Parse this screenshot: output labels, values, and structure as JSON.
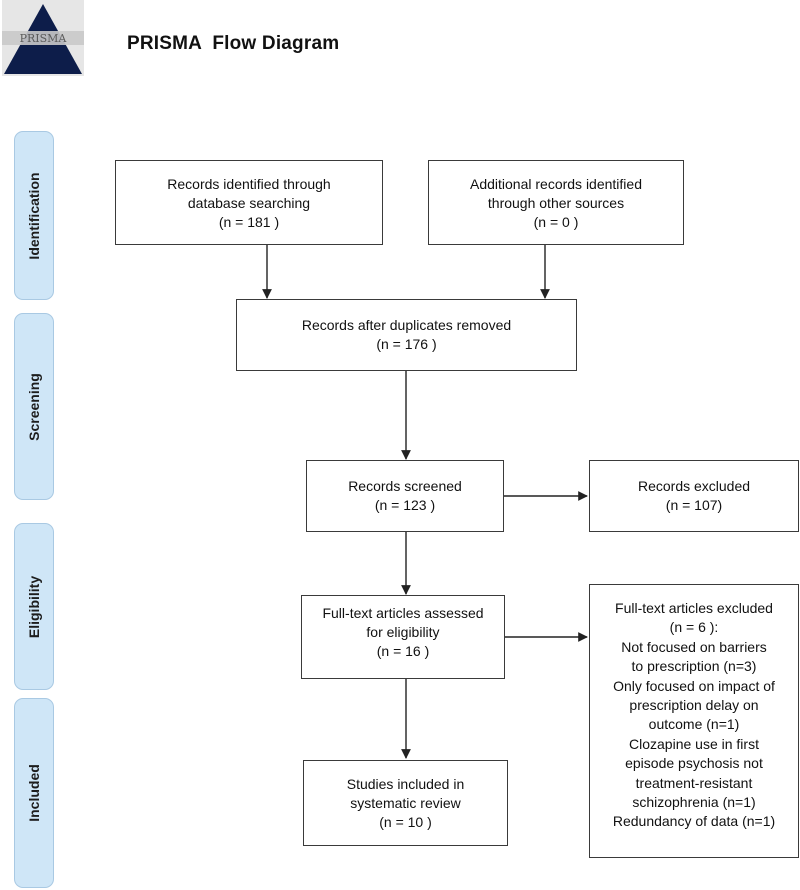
{
  "header": {
    "title": "PRISMA  Flow Diagram",
    "logo_text": "PRISMA"
  },
  "stages": {
    "identification": "Identification",
    "screening": "Screening",
    "eligibility": "Eligibility",
    "included": "Included"
  },
  "boxes": {
    "database_records": "Records identified through\ndatabase searching\n(n =  181 )",
    "additional_records": "Additional records identified\nthrough other sources\n(n = 0  )",
    "after_duplicates": "Records after duplicates removed\n(n = 176 )",
    "records_screened": "Records screened\n(n = 123 )",
    "records_excluded": "Records excluded\n(n = 107)",
    "fulltext_assessed": "Full-text articles assessed\nfor eligibility\n(n = 16  )",
    "fulltext_excluded": "Full-text articles excluded\n(n = 6 ):\nNot focused on barriers\nto prescription (n=3)\nOnly focused on impact of\nprescription delay on\noutcome (n=1)\nClozapine use in first\nepisode psychosis not\ntreatment-resistant\nschizophrenia (n=1)\nRedundancy of data (n=1)",
    "studies_included": "Studies included in\nsystematic review\n(n = 10  )"
  },
  "colors": {
    "stage_fill": "#cfe6f7",
    "box_border": "#3a3a3a",
    "arrow": "#222222"
  }
}
